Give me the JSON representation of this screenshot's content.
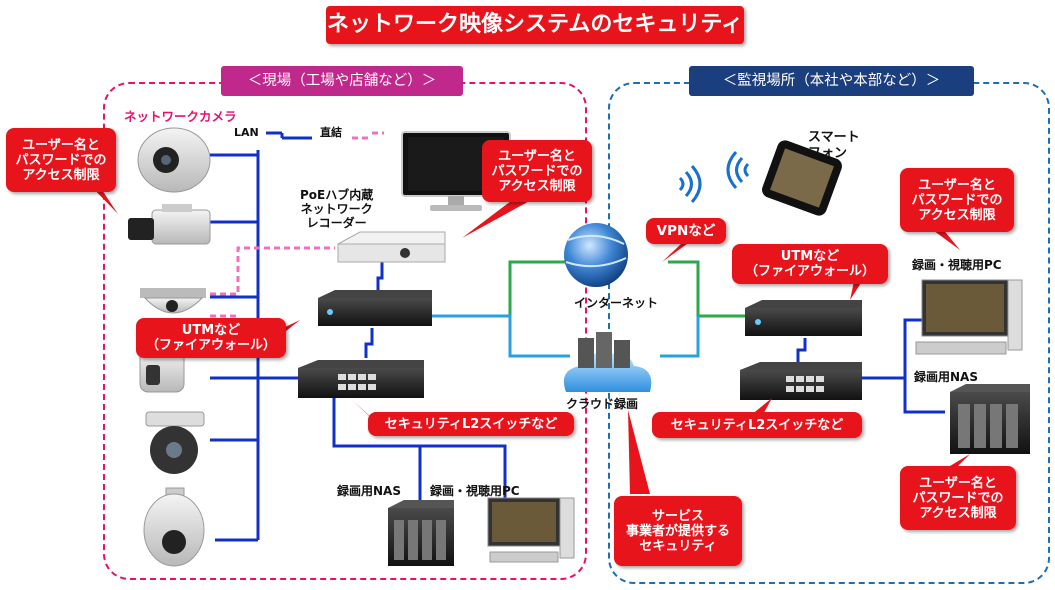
{
  "title": "ネットワーク映像システムのセキュリティ対策例",
  "site_left_label": "＜現場（工場や店舗など）＞",
  "site_right_label": "＜監視場所（本社や本部など）＞",
  "labels": {
    "network_camera": "ネットワークカメラ",
    "lan": "LAN",
    "direct": "直結",
    "recorder": "PoEハブ内蔵\nネットワーク\nレコーダー",
    "smartphone": "スマート\nフォン",
    "internet": "インターネット",
    "cloud": "クラウド録画",
    "nas_left": "録画用NAS",
    "pc_left": "録画・視聴用PC",
    "pc_right": "録画・視聴用PC",
    "nas_right": "録画用NAS"
  },
  "callouts": {
    "auth_camera": "ユーザー名と\nパスワードでの\nアクセス制限",
    "auth_recorder": "ユーザー名と\nパスワードでの\nアクセス制限",
    "auth_pc": "ユーザー名と\nパスワードでの\nアクセス制限",
    "auth_nas": "ユーザー名と\nパスワードでの\nアクセス制限",
    "utm_left": "UTMなど\n（ファイアウォール）",
    "utm_right": "UTMなど\n（ファイアウォール）",
    "l2_left": "セキュリティL2スイッチなど",
    "l2_right": "セキュリティL2スイッチなど",
    "vpn": "VPNなど",
    "service": "サービス\n事業者が提供する\nセキュリティ"
  },
  "colors": {
    "callout_red": "#e8141c",
    "left_zone": "#e8106a",
    "right_zone": "#1a6fb5",
    "lan_blue": "#1030c8",
    "direct_pink": "#f070c0",
    "wan_green": "#2aa84a",
    "cloud_cyan": "#28a0e0"
  }
}
